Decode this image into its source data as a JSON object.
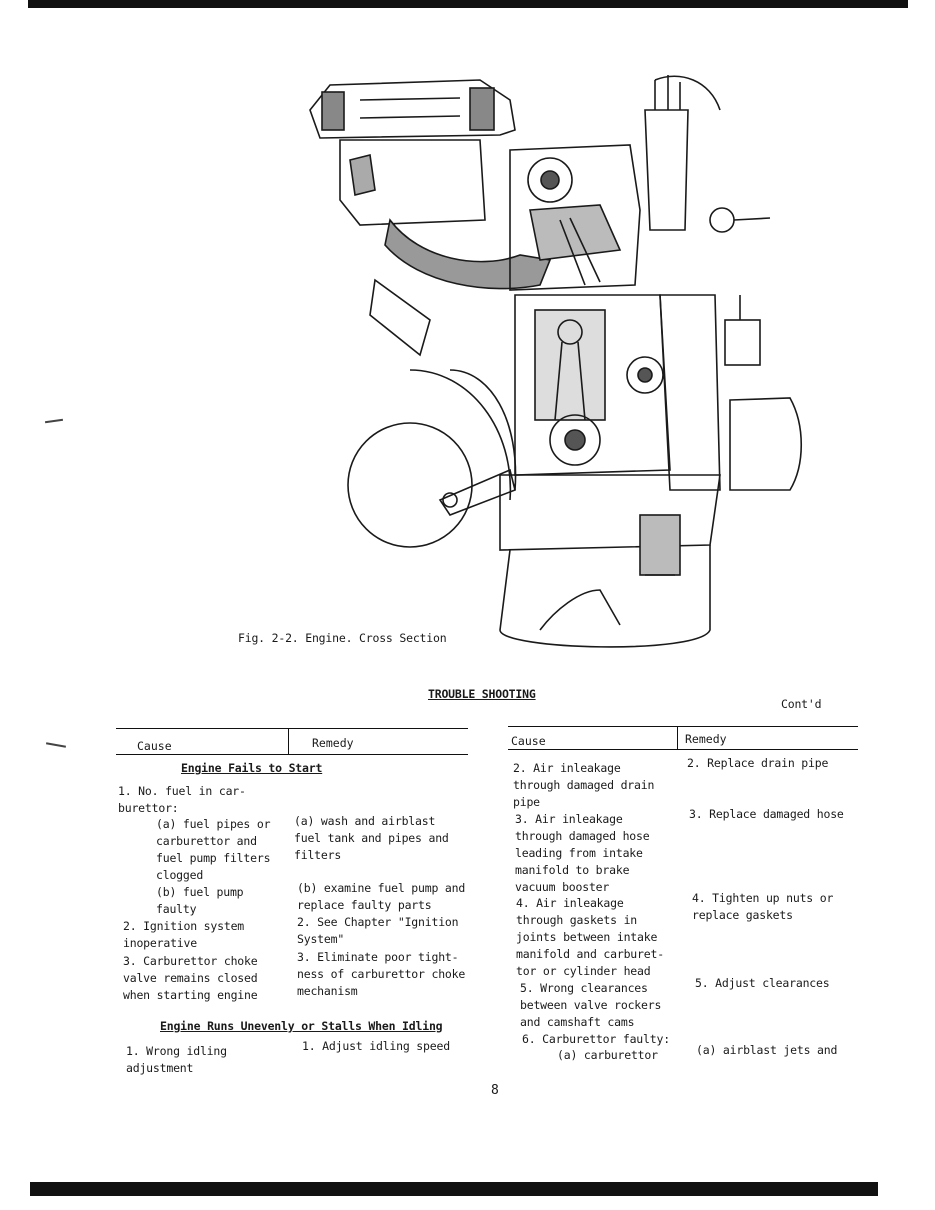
{
  "figure": {
    "caption": "Fig. 2-2. Engine. Cross Section"
  },
  "section_title": "TROUBLE SHOOTING",
  "continued": "Cont'd",
  "left_table": {
    "headers": {
      "cause": "Cause",
      "remedy": "Remedy"
    },
    "group1_title": "Engine Fails to Start",
    "cause1": "1. No. fuel in car-\nburettor:",
    "cause1a": "(a) fuel pipes or\ncarburettor and\nfuel pump filters\nclogged",
    "remedy1a": "(a) wash and airblast\nfuel tank and pipes and\nfilters",
    "cause1b": "(b) fuel pump\nfaulty",
    "remedy1b": "(b) examine fuel pump and\nreplace faulty parts",
    "cause2": "2. Ignition system\ninoperative",
    "remedy2": "2. See Chapter \"Ignition\nSystem\"",
    "cause3": "3. Carburettor choke\nvalve remains closed\nwhen starting engine",
    "remedy3": "3. Eliminate poor tight-\nness of carburettor choke\nmechanism",
    "group2_title": "Engine Runs Unevenly or Stalls When Idling",
    "g2_cause1": "1. Wrong idling\nadjustment",
    "g2_remedy1": "1. Adjust idling speed"
  },
  "right_table": {
    "headers": {
      "cause": "Cause",
      "remedy": "Remedy"
    },
    "cause2": "2. Air inleakage\nthrough damaged drain\npipe",
    "remedy2": "2. Replace drain pipe",
    "cause3": "3. Air inleakage\nthrough damaged hose\nleading from intake\nmanifold to brake\nvacuum booster",
    "remedy3": "3. Replace damaged hose",
    "cause4": "4. Air inleakage\nthrough gaskets in\njoints between intake\nmanifold and carburet-\ntor or cylinder head",
    "remedy4": "4. Tighten up nuts or\nreplace gaskets",
    "cause5": "5. Wrong clearances\nbetween valve rockers\nand camshaft cams",
    "remedy5": "5. Adjust clearances",
    "cause6": "6. Carburettor faulty:",
    "cause6a": "(a) carburettor",
    "remedy6a": "(a) airblast jets and"
  },
  "page_number": "8"
}
